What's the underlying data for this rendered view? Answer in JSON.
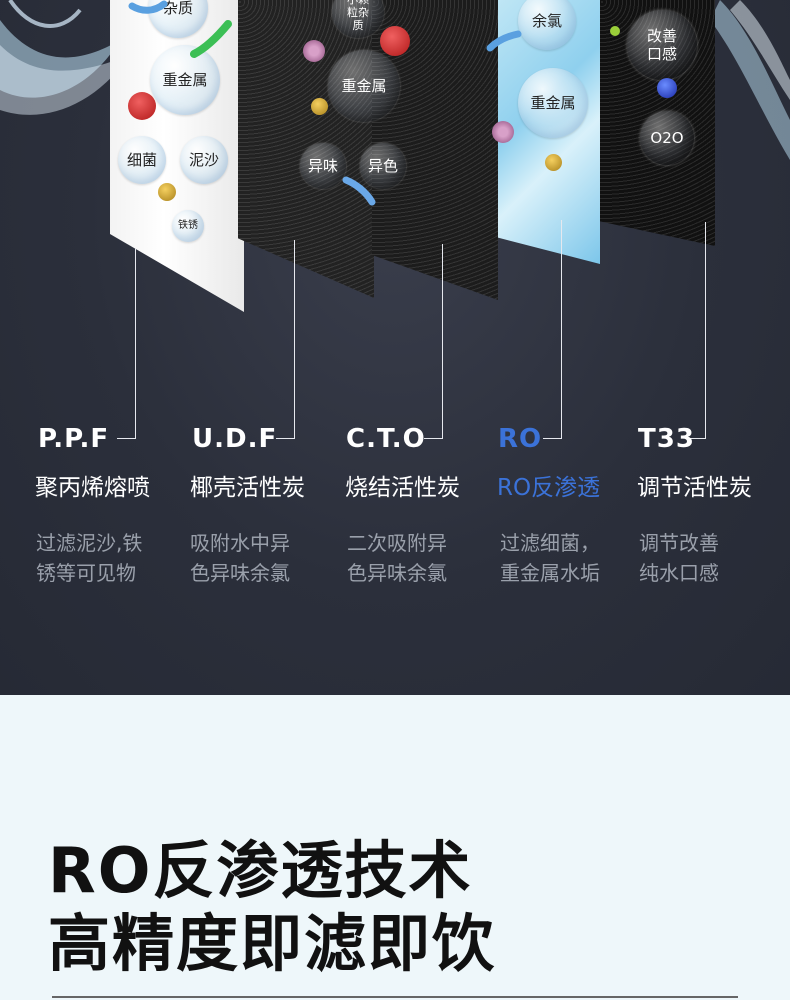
{
  "layers": {
    "ppf": {
      "bubbles": [
        "杂质",
        "重金属",
        "细菌",
        "泥沙",
        "铁锈"
      ]
    },
    "udf": {
      "bubbles": [
        "小颗粒杂质",
        "重金属",
        "异味",
        "异色"
      ]
    },
    "ro": {
      "bubbles": [
        "余氯",
        "重金属"
      ]
    },
    "t33": {
      "bubbles": [
        "改善口感",
        "O2O"
      ]
    }
  },
  "filters": [
    {
      "code": "P.P.F",
      "name": "聚丙烯熔喷",
      "desc": [
        "过滤泥沙,铁",
        "锈等可见物"
      ]
    },
    {
      "code": "U.D.F",
      "name": "椰壳活性炭",
      "desc": [
        "吸附水中异",
        "色异味余氯"
      ]
    },
    {
      "code": "C.T.O",
      "name": "烧结活性炭",
      "desc": [
        "二次吸附异",
        "色异味余氯"
      ]
    },
    {
      "code": "RO",
      "name": "RO反渗透",
      "desc": [
        "过滤细菌，",
        "重金属水垢"
      ]
    },
    {
      "code": "T33",
      "name": "调节活性炭",
      "desc": [
        "调节改善",
        "纯水口感"
      ]
    }
  ],
  "headline": {
    "line1": "RO反渗透技术",
    "line2": "高精度即滤即饮"
  },
  "colors": {
    "background_top": "#2b2f3b",
    "highlight": "#3b72d8",
    "text_muted": "#9aa0ab",
    "bottom_bg": "#eef7fa"
  }
}
